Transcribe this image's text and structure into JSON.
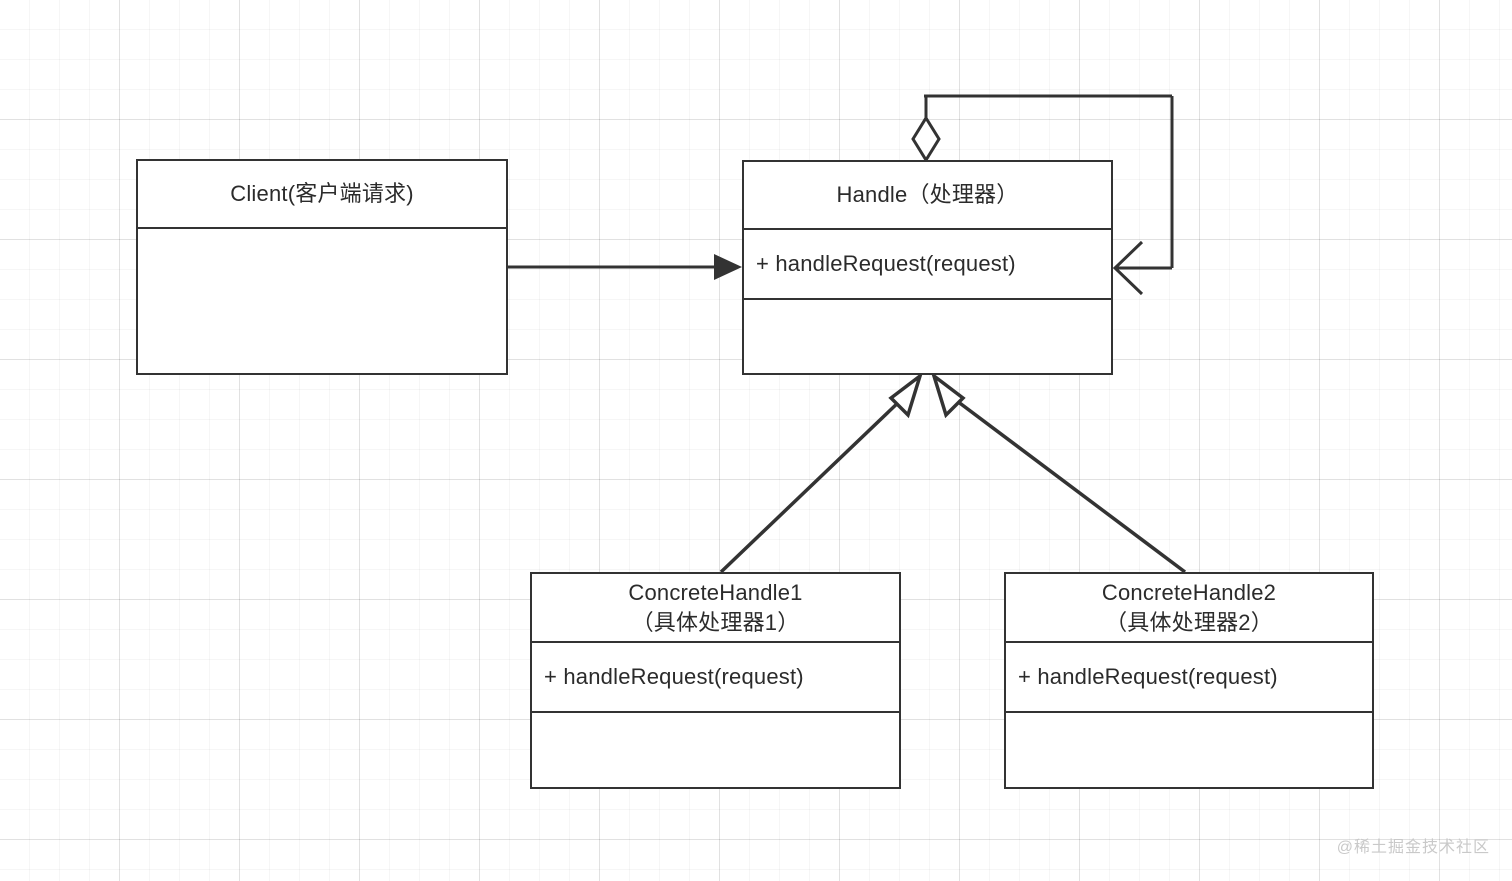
{
  "diagram": {
    "kind": "uml-class-diagram",
    "pattern": "Chain of Responsibility",
    "stroke_color": "#333333",
    "text_color": "#2b2b2b",
    "background_color": "#ffffff",
    "grid_minor_color": "#f5f5f5",
    "grid_major_color": "#ebebeb"
  },
  "classes": {
    "client": {
      "title": "Client(客户端请求)",
      "title_sub": "",
      "methods": [],
      "compartments": [
        "title",
        "empty"
      ]
    },
    "handle": {
      "title": "Handle（处理器）",
      "title_sub": "",
      "methods": [
        "+ handleRequest(request)"
      ],
      "compartments": [
        "title",
        "methods",
        "empty"
      ]
    },
    "concrete1": {
      "title": "ConcreteHandle1",
      "title_sub": "（具体处理器1）",
      "methods": [
        "+ handleRequest(request)"
      ],
      "compartments": [
        "title",
        "methods",
        "empty"
      ]
    },
    "concrete2": {
      "title": "ConcreteHandle2",
      "title_sub": "（具体处理器2）",
      "methods": [
        "+ handleRequest(request)"
      ],
      "compartments": [
        "title",
        "methods",
        "empty"
      ]
    }
  },
  "connectors": [
    {
      "name": "client-to-handle-association",
      "type": "association",
      "from": "client",
      "to": "handle",
      "arrowhead": "solid-triangle",
      "label": ""
    },
    {
      "name": "handle-self-aggregation",
      "type": "aggregation",
      "from": "handle",
      "to": "handle",
      "arrowhead": "open-arrow",
      "tail": "hollow-diamond",
      "label": ""
    },
    {
      "name": "concrete1-to-handle-generalization",
      "type": "generalization",
      "from": "concrete1",
      "to": "handle",
      "arrowhead": "hollow-triangle",
      "label": ""
    },
    {
      "name": "concrete2-to-handle-generalization",
      "type": "generalization",
      "from": "concrete2",
      "to": "handle",
      "arrowhead": "hollow-triangle",
      "label": ""
    }
  ],
  "watermark": {
    "text": "@稀土掘金技术社区"
  }
}
